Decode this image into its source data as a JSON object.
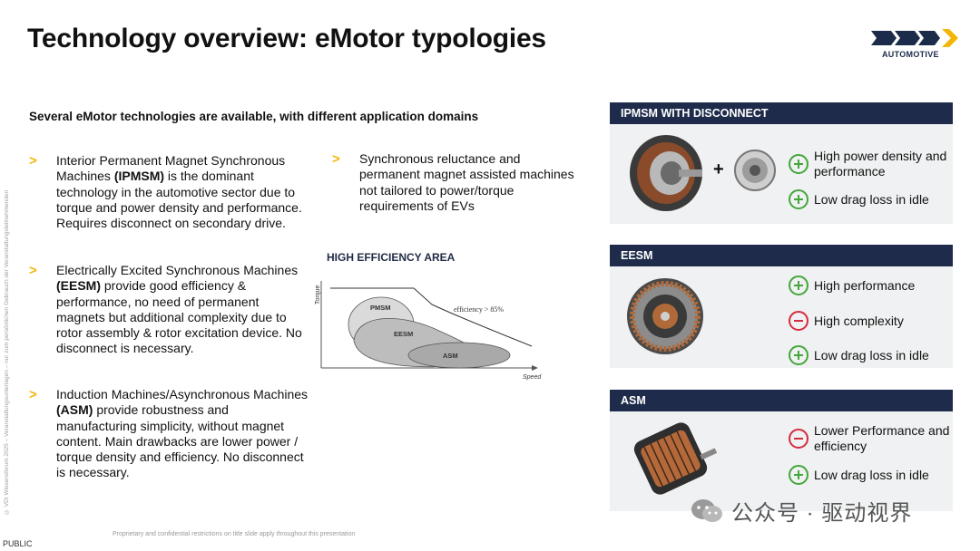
{
  "side_note": "© VDI Wissensforum 2025 – Veranstaltungsunterlagen – nur zum persönlichen Gebrauch der Veranstaltungsteilnehmenden",
  "title": "Technology overview: eMotor typologies",
  "logo": {
    "name": "gkn-logo",
    "text": "AUTOMOTIVE"
  },
  "subtitle": "Several eMotor technologies are available, with different application domains",
  "bullets": [
    {
      "pre": "Interior Permanent Magnet Synchronous Machines ",
      "bold": "(IPMSM)",
      "post": " is the dominant technology in the automotive sector due to torque and power density and performance. Requires disconnect on secondary drive."
    },
    {
      "pre": "Electrically Excited Synchronous Machines ",
      "bold": "(EESM)",
      "post": " provide good efficiency & performance, no need of permanent magnets but additional complexity due to rotor assembly & rotor excitation device. No disconnect is necessary."
    },
    {
      "pre": "Induction Machines/Asynchronous Machines ",
      "bold": "(ASM)",
      "post": " provide robustness and manufacturing simplicity, without magnet content. Main drawbacks are lower power / torque density and efficiency. No disconnect is necessary."
    },
    {
      "text": "Synchronous reluctance and permanent magnet assisted machines not tailored to power/torque requirements of EVs"
    }
  ],
  "efficiency": {
    "title": "HIGH EFFICIENCY AREA",
    "y_axis": "Torque",
    "x_axis": "Speed",
    "note": "efficiency > 85%",
    "regions": [
      "PMSM",
      "EESM",
      "ASM"
    ]
  },
  "panels": [
    {
      "header": "IPMSM WITH DISCONNECT",
      "plus_sign": "+",
      "features": [
        {
          "type": "plus",
          "text": "High power density and performance"
        },
        {
          "type": "plus",
          "text": "Low drag loss in idle"
        }
      ]
    },
    {
      "header": "EESM",
      "features": [
        {
          "type": "plus",
          "text": "High performance"
        },
        {
          "type": "minus",
          "text": "High complexity"
        },
        {
          "type": "plus",
          "text": "Low drag loss in idle"
        }
      ]
    },
    {
      "header": "ASM",
      "features": [
        {
          "type": "minus",
          "text": "Lower Performance and efficiency"
        },
        {
          "type": "plus",
          "text": "Low drag loss in idle"
        }
      ]
    }
  ],
  "footer": {
    "note": "Proprietary and confidential restrictions on title slide apply throughout this presentation",
    "classification": "PUBLIC"
  },
  "watermark": "公众号 · 驱动视界",
  "colors": {
    "accent_yellow": "#f2b705",
    "header_navy": "#1e2b4a",
    "plus_green": "#45a63c",
    "minus_red": "#d42d3e"
  }
}
